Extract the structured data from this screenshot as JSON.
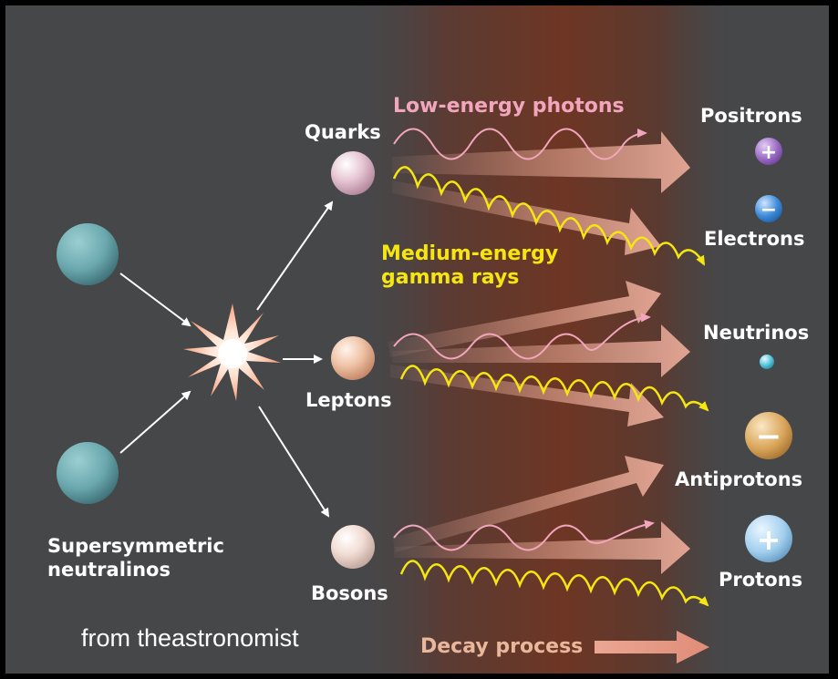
{
  "labels": {
    "quarks": "Quarks",
    "leptons": "Leptons",
    "bosons": "Bosons",
    "neutralinos_line1": "Supersymmetric",
    "neutralinos_line2": "neutralinos",
    "low_energy_photons": "Low-energy photons",
    "medium_energy_line1": "Medium-energy",
    "medium_energy_line2": "gamma rays",
    "positrons": "Positrons",
    "electrons": "Electrons",
    "neutrinos": "Neutrinos",
    "antiprotons": "Antiprotons",
    "protons": "Protons",
    "decay_process": "Decay process",
    "credit": "from theastronomist"
  },
  "symbols": {
    "plus": "+",
    "minus": "−"
  },
  "colors": {
    "background": "#464749",
    "decay_glow": "#7a3b26",
    "photon_wave": "#f2a6bd",
    "gamma_wave": "#f5e611",
    "beam": "#e8a896",
    "positron": "#9a6ac4",
    "electron": "#3b8ad8",
    "neutrino": "#4fc0d8",
    "antiproton": "#d9a55a",
    "proton": "#7bb7e0",
    "neutralino": "#6aa8ae"
  }
}
